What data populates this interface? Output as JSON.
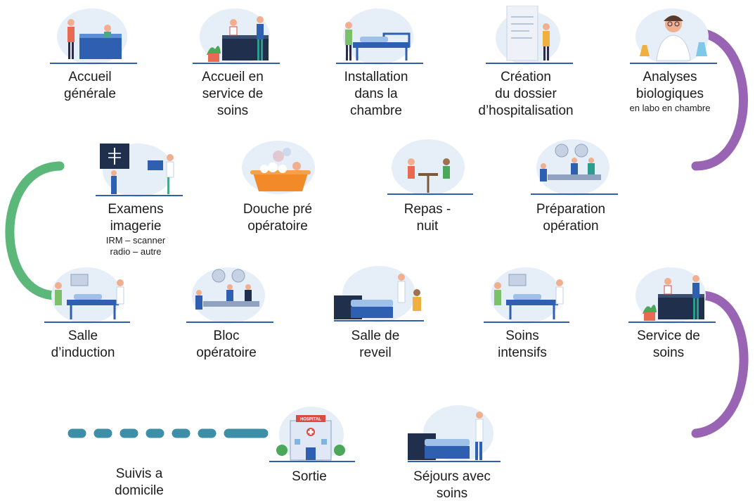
{
  "steps": [
    {
      "id": "accueil-generale",
      "label": "Accueil\ngénérale",
      "sub": ""
    },
    {
      "id": "accueil-service",
      "label": "Accueil en\nservice de\nsoins",
      "sub": ""
    },
    {
      "id": "installation",
      "label": "Installation\ndans la\nchambre",
      "sub": ""
    },
    {
      "id": "creation-dossier",
      "label": "Création\ndu dossier\nd’hospitalisation",
      "sub": ""
    },
    {
      "id": "analyses",
      "label": "Analyses\nbiologiques",
      "sub": "en labo en chambre"
    },
    {
      "id": "examens",
      "label": "Examens\nimagerie",
      "sub": "IRM – scanner\nradio – autre"
    },
    {
      "id": "douche",
      "label": "Douche pré\nopératoire",
      "sub": ""
    },
    {
      "id": "repas",
      "label": "Repas -\nnuit",
      "sub": ""
    },
    {
      "id": "preparation",
      "label": "Préparation\nopération",
      "sub": ""
    },
    {
      "id": "induction",
      "label": "Salle\nd’induction",
      "sub": ""
    },
    {
      "id": "bloc",
      "label": "Bloc\nopératoire",
      "sub": ""
    },
    {
      "id": "reveil",
      "label": "Salle de\nreveil",
      "sub": ""
    },
    {
      "id": "intensifs",
      "label": "Soins\nintensifs",
      "sub": ""
    },
    {
      "id": "service-soins",
      "label": "Service de\nsoins",
      "sub": ""
    },
    {
      "id": "sejours",
      "label": "Séjours avec\nsoins",
      "sub": ""
    },
    {
      "id": "sortie",
      "label": "Sortie",
      "sub": ""
    },
    {
      "id": "suivis",
      "label": "Suivis a\ndomicile",
      "sub": ""
    }
  ],
  "hospital_sign": "HOSPITAL",
  "colors": {
    "teal": "#3b93a8",
    "blue": "#3b5fa8",
    "purple": "#9a64b4",
    "green": "#5cb87a",
    "blob": "#e6eef8",
    "ground": "#2f5fb0"
  }
}
